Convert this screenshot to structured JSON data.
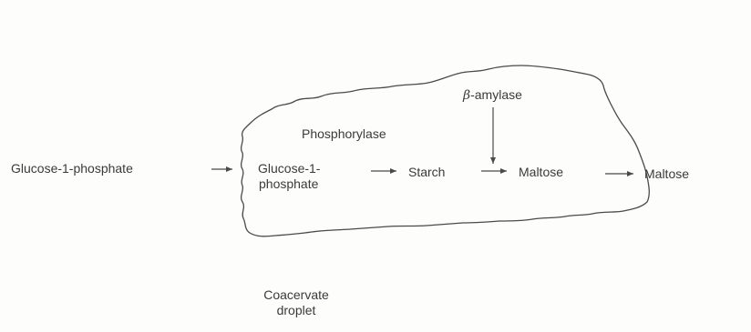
{
  "diagram": {
    "outside_substrate": "Glucose-1-phosphate",
    "enzyme_phosphorylase": "Phosphorylase",
    "enzyme_amylase_prefix": "β",
    "enzyme_amylase_suffix": "-amylase",
    "inner_glucose_line1": "Glucose-1-",
    "inner_glucose_line2": "phosphate",
    "starch": "Starch",
    "inner_maltose": "Maltose",
    "outside_maltose": "Maltose",
    "droplet_line1": "Coacervate",
    "droplet_line2": "droplet"
  },
  "colors": {
    "ink": "#3a3a3a",
    "background": "#fdfdfb"
  }
}
